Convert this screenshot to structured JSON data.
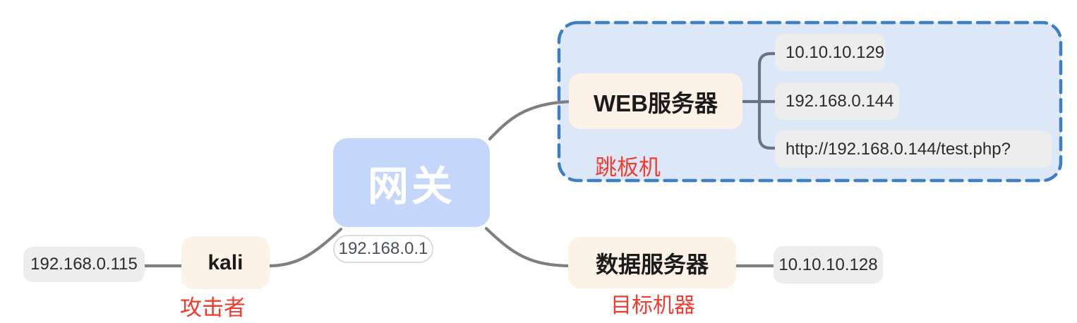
{
  "mindmap": {
    "attacker": {
      "ip": "192.168.0.115",
      "name": "kali",
      "role": "攻击者"
    },
    "gateway": {
      "name": "网关",
      "ip": "192.168.0.1"
    },
    "web_server": {
      "name": "WEB服务器",
      "role": "跳板机",
      "details": [
        "10.10.10.129",
        "192.168.0.144",
        "http://192.168.0.144/test.php?"
      ]
    },
    "data_server": {
      "name": "数据服务器",
      "role": "目标机器",
      "ip": "10.10.10.128"
    }
  },
  "colors": {
    "node_gray_bg": "#ededed",
    "node_cream_bg": "#fcf2e7",
    "gateway_bg": "#c4d7fb",
    "group_fill": "#dce8f7",
    "group_border": "#3e7fc4",
    "link_gray": "#7f7f7f",
    "bracket_gray": "#6b7480",
    "role_red": "#f43b2e"
  }
}
